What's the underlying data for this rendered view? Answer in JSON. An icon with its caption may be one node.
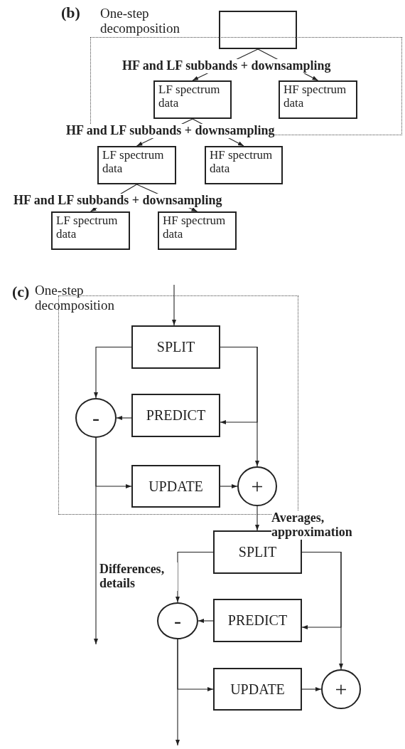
{
  "diagram": {
    "nodes": [
      {
        "text": [],
        "shape": "box"
      },
      {
        "text": [
          "One-step decomposition"
        ]
      },
      {
        "text": [
          "LF spectrum data"
        ],
        "in": 1
      },
      {
        "text": [
          "HF spectrum data"
        ],
        "in": 1
      },
      {
        "text": [
          "LF spectrum data"
        ]
      },
      {
        "text": [
          "HF spectrum data"
        ]
      },
      {
        "text": [
          "LF spectrum data"
        ]
      },
      {
        "text": [
          "HF spectrum data"
        ]
      },
      {
        "text": [
          "One-step decomposition"
        ]
      },
      {
        "text": [
          "SPLIT"
        ],
        "in": 8
      },
      {
        "text": [
          "-"
        ],
        "in": 8
      },
      {
        "text": [
          "PREDICT"
        ],
        "in": 8
      },
      {
        "text": [
          "UPDATE"
        ],
        "in": 8
      },
      {
        "text": [
          "+"
        ],
        "in": 8
      },
      {
        "text": [
          "SPLIT"
        ]
      },
      {
        "text": [
          "-"
        ]
      },
      {
        "text": [
          "PREDICT"
        ]
      },
      {
        "text": [
          "UPDATE"
        ]
      },
      {
        "text": [
          "+"
        ]
      }
    ],
    "edges": [
      {
        "from": 0,
        "to": 2,
        "arrow": "to"
      },
      {
        "from": 0,
        "to": 3,
        "arrow": "to"
      },
      {
        "from": 2,
        "to": 4,
        "arrow": "to"
      },
      {
        "from": 2,
        "to": 5,
        "arrow": "to"
      },
      {
        "from": 4,
        "to": 6,
        "arrow": "to"
      },
      {
        "from": 4,
        "to": 7,
        "arrow": "to"
      },
      {
        "from": null,
        "to": 9,
        "arrow": "to"
      },
      {
        "from": 9,
        "to": 10,
        "arrow": "to"
      },
      {
        "from": 9,
        "to": 11,
        "arrow": "to"
      },
      {
        "from": 9,
        "to": 13,
        "arrow": "to"
      },
      {
        "from": 11,
        "to": 10,
        "arrow": "to"
      },
      {
        "from": 10,
        "to": null,
        "arrow": "to",
        "label": "Differences, details"
      },
      {
        "from": 10,
        "to": 12,
        "arrow": "to"
      },
      {
        "from": 12,
        "to": 13,
        "arrow": "to"
      },
      {
        "from": 13,
        "to": 14,
        "arrow": "to",
        "label": "Averages, approximation"
      },
      {
        "from": 14,
        "to": 15,
        "arrow": "to"
      },
      {
        "from": 14,
        "to": 16,
        "arrow": "to"
      },
      {
        "from": 14,
        "to": 18,
        "arrow": "to"
      },
      {
        "from": 16,
        "to": 15,
        "arrow": "to"
      },
      {
        "from": 15,
        "to": null,
        "arrow": "to"
      },
      {
        "from": 15,
        "to": 17,
        "arrow": "to"
      },
      {
        "from": 17,
        "to": 18,
        "arrow": "to"
      }
    ],
    "labels": [
      "(b)",
      "HF and LF subbands + downsampling",
      "HF and LF subbands + downsampling",
      "HF and LF subbands + downsampling",
      "(c)"
    ]
  }
}
